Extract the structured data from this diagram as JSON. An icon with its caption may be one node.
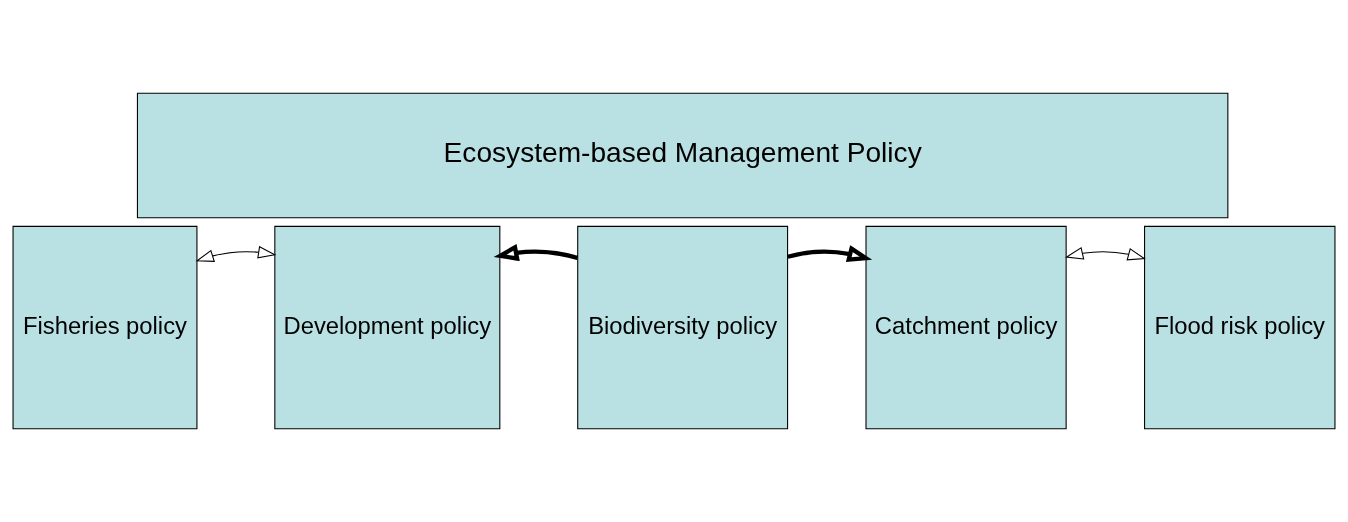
{
  "diagram": {
    "nodes": [
      {
        "text": [
          "Ecosystem-based Management Policy"
        ]
      },
      {
        "text": [
          "Fisheries policy"
        ]
      },
      {
        "text": [
          "Development policy"
        ]
      },
      {
        "text": [
          "Biodiversity policy"
        ]
      },
      {
        "text": [
          "Catchment policy"
        ]
      },
      {
        "text": [
          "Flood risk policy"
        ]
      }
    ],
    "edges": [
      {
        "from": 1,
        "to": 2,
        "arrow": "both"
      },
      {
        "from": 3,
        "to": 2,
        "arrow": "to",
        "style": "thick"
      },
      {
        "from": 3,
        "to": 4,
        "arrow": "to",
        "style": "thick"
      },
      {
        "from": 4,
        "to": 5,
        "arrow": "both"
      }
    ]
  }
}
